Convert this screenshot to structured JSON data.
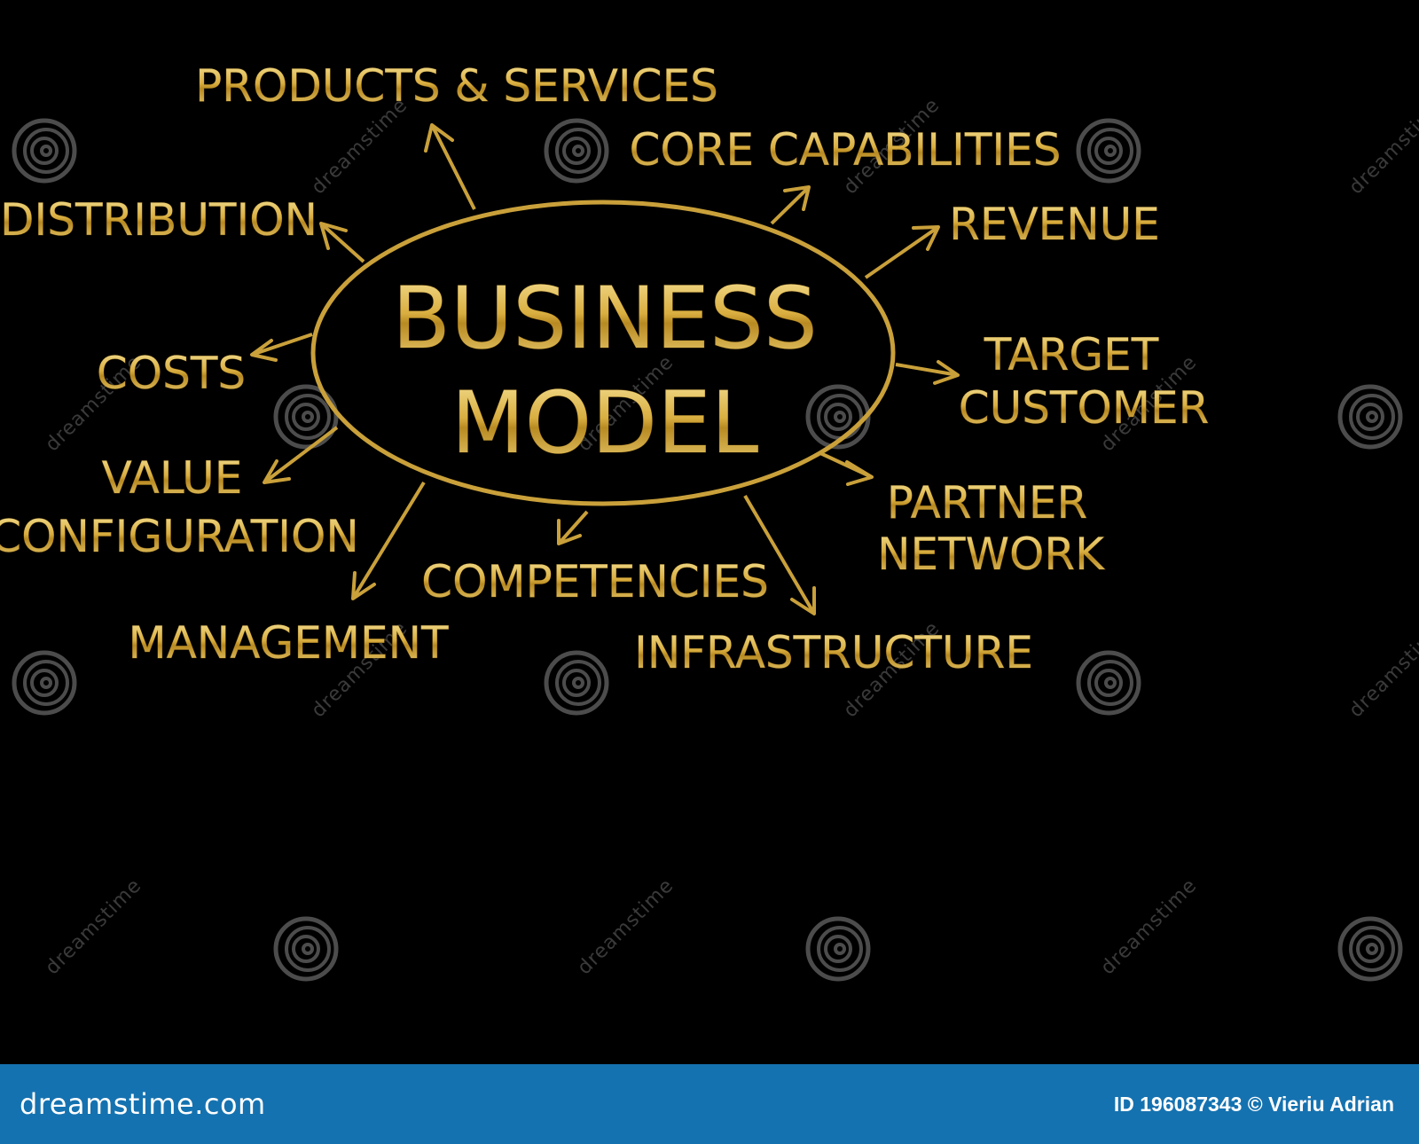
{
  "diagram": {
    "center": {
      "line1": "BUSINESS",
      "line2": "MODEL"
    },
    "nodes": {
      "products_services": "PRODUCTS & SERVICES",
      "core_capabilities": "CORE CAPABILITIES",
      "distribution": "DISTRIBUTION",
      "revenue": "REVENUE",
      "costs": "COSTS",
      "target_customer_1": "TARGET",
      "target_customer_2": "CUSTOMER",
      "value_configuration_1": "VALUE",
      "value_configuration_2": "CONFIGURATION",
      "partner_network_1": "PARTNER",
      "partner_network_2": "NETWORK",
      "competencies": "COMPETENCIES",
      "management": "MANAGEMENT",
      "infrastructure": "INFRASTRUCTURE"
    },
    "colors": {
      "background": "#000000",
      "gold_light": "#f3dc8a",
      "gold": "#d4a93a",
      "gold_dark": "#8a6414"
    }
  },
  "watermark": {
    "text": "dreamstime",
    "icon": "dreamstime-spiral-icon"
  },
  "footer": {
    "brand": "dreamstime.com",
    "credit": "ID 196087343 © Vieriu Adrian",
    "background": "#1572b0"
  }
}
